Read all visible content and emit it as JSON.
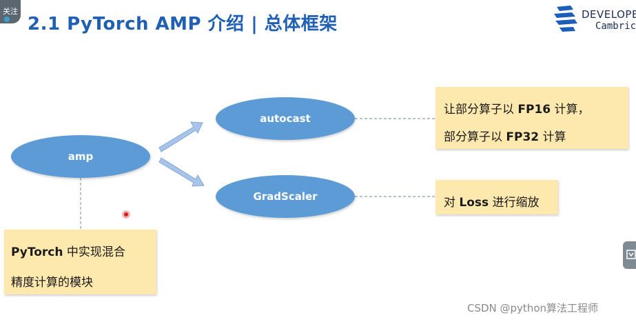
{
  "follow_badge": {
    "label": "关注"
  },
  "header": {
    "title": "2.1 PyTorch AMP 介绍 | 总体框架",
    "logo": {
      "line1": "DEVELOPER",
      "line2": "Cambricon"
    }
  },
  "diagram": {
    "nodes": [
      {
        "id": "amp",
        "label": "amp"
      },
      {
        "id": "autocast",
        "label": "autocast"
      },
      {
        "id": "gradscaler",
        "label": "GradScaler"
      }
    ],
    "notes": {
      "autocast": {
        "line1_pre": "让部分算子以 ",
        "line1_bold": "FP16",
        "line1_post": " 计算，",
        "line2_pre": "部分算子以 ",
        "line2_bold": "FP32",
        "line2_post": " 计算"
      },
      "gradscaler": {
        "pre": "对 ",
        "bold": "Loss",
        "post": " 进行缩放"
      },
      "amp": {
        "line1_bold": "PyTorch",
        "line1_post": " 中实现混合",
        "line2": "精度计算的模块"
      }
    },
    "colors": {
      "node_fill": "#5b9bd5",
      "note_fill": "#fde8ad",
      "title": "#1f5fb4",
      "arrow": "#a9c4e8"
    }
  },
  "watermark": "CSDN @python算法工程师"
}
